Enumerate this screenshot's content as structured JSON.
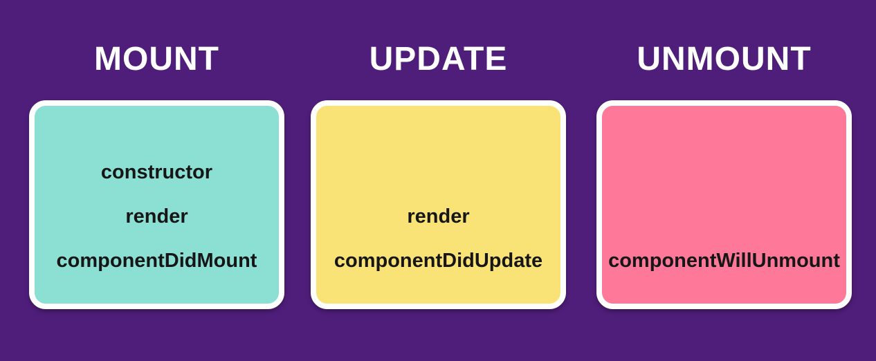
{
  "diagram": {
    "background_color": "#4F1E7B",
    "title_color": "#FFFFFF",
    "card_border_color": "#FFFFFF",
    "method_text_color": "#161616"
  },
  "columns": [
    {
      "id": "mount",
      "title": "MOUNT",
      "card_color": "#8BE0D3",
      "items": [
        "constructor",
        "render",
        "componentDidMount"
      ]
    },
    {
      "id": "update",
      "title": "UPDATE",
      "card_color": "#FAE376",
      "items": [
        "render",
        "componentDidUpdate"
      ]
    },
    {
      "id": "unmount",
      "title": "UNMOUNT",
      "card_color": "#FD7899",
      "items": [
        "componentWillUnmount"
      ]
    }
  ]
}
